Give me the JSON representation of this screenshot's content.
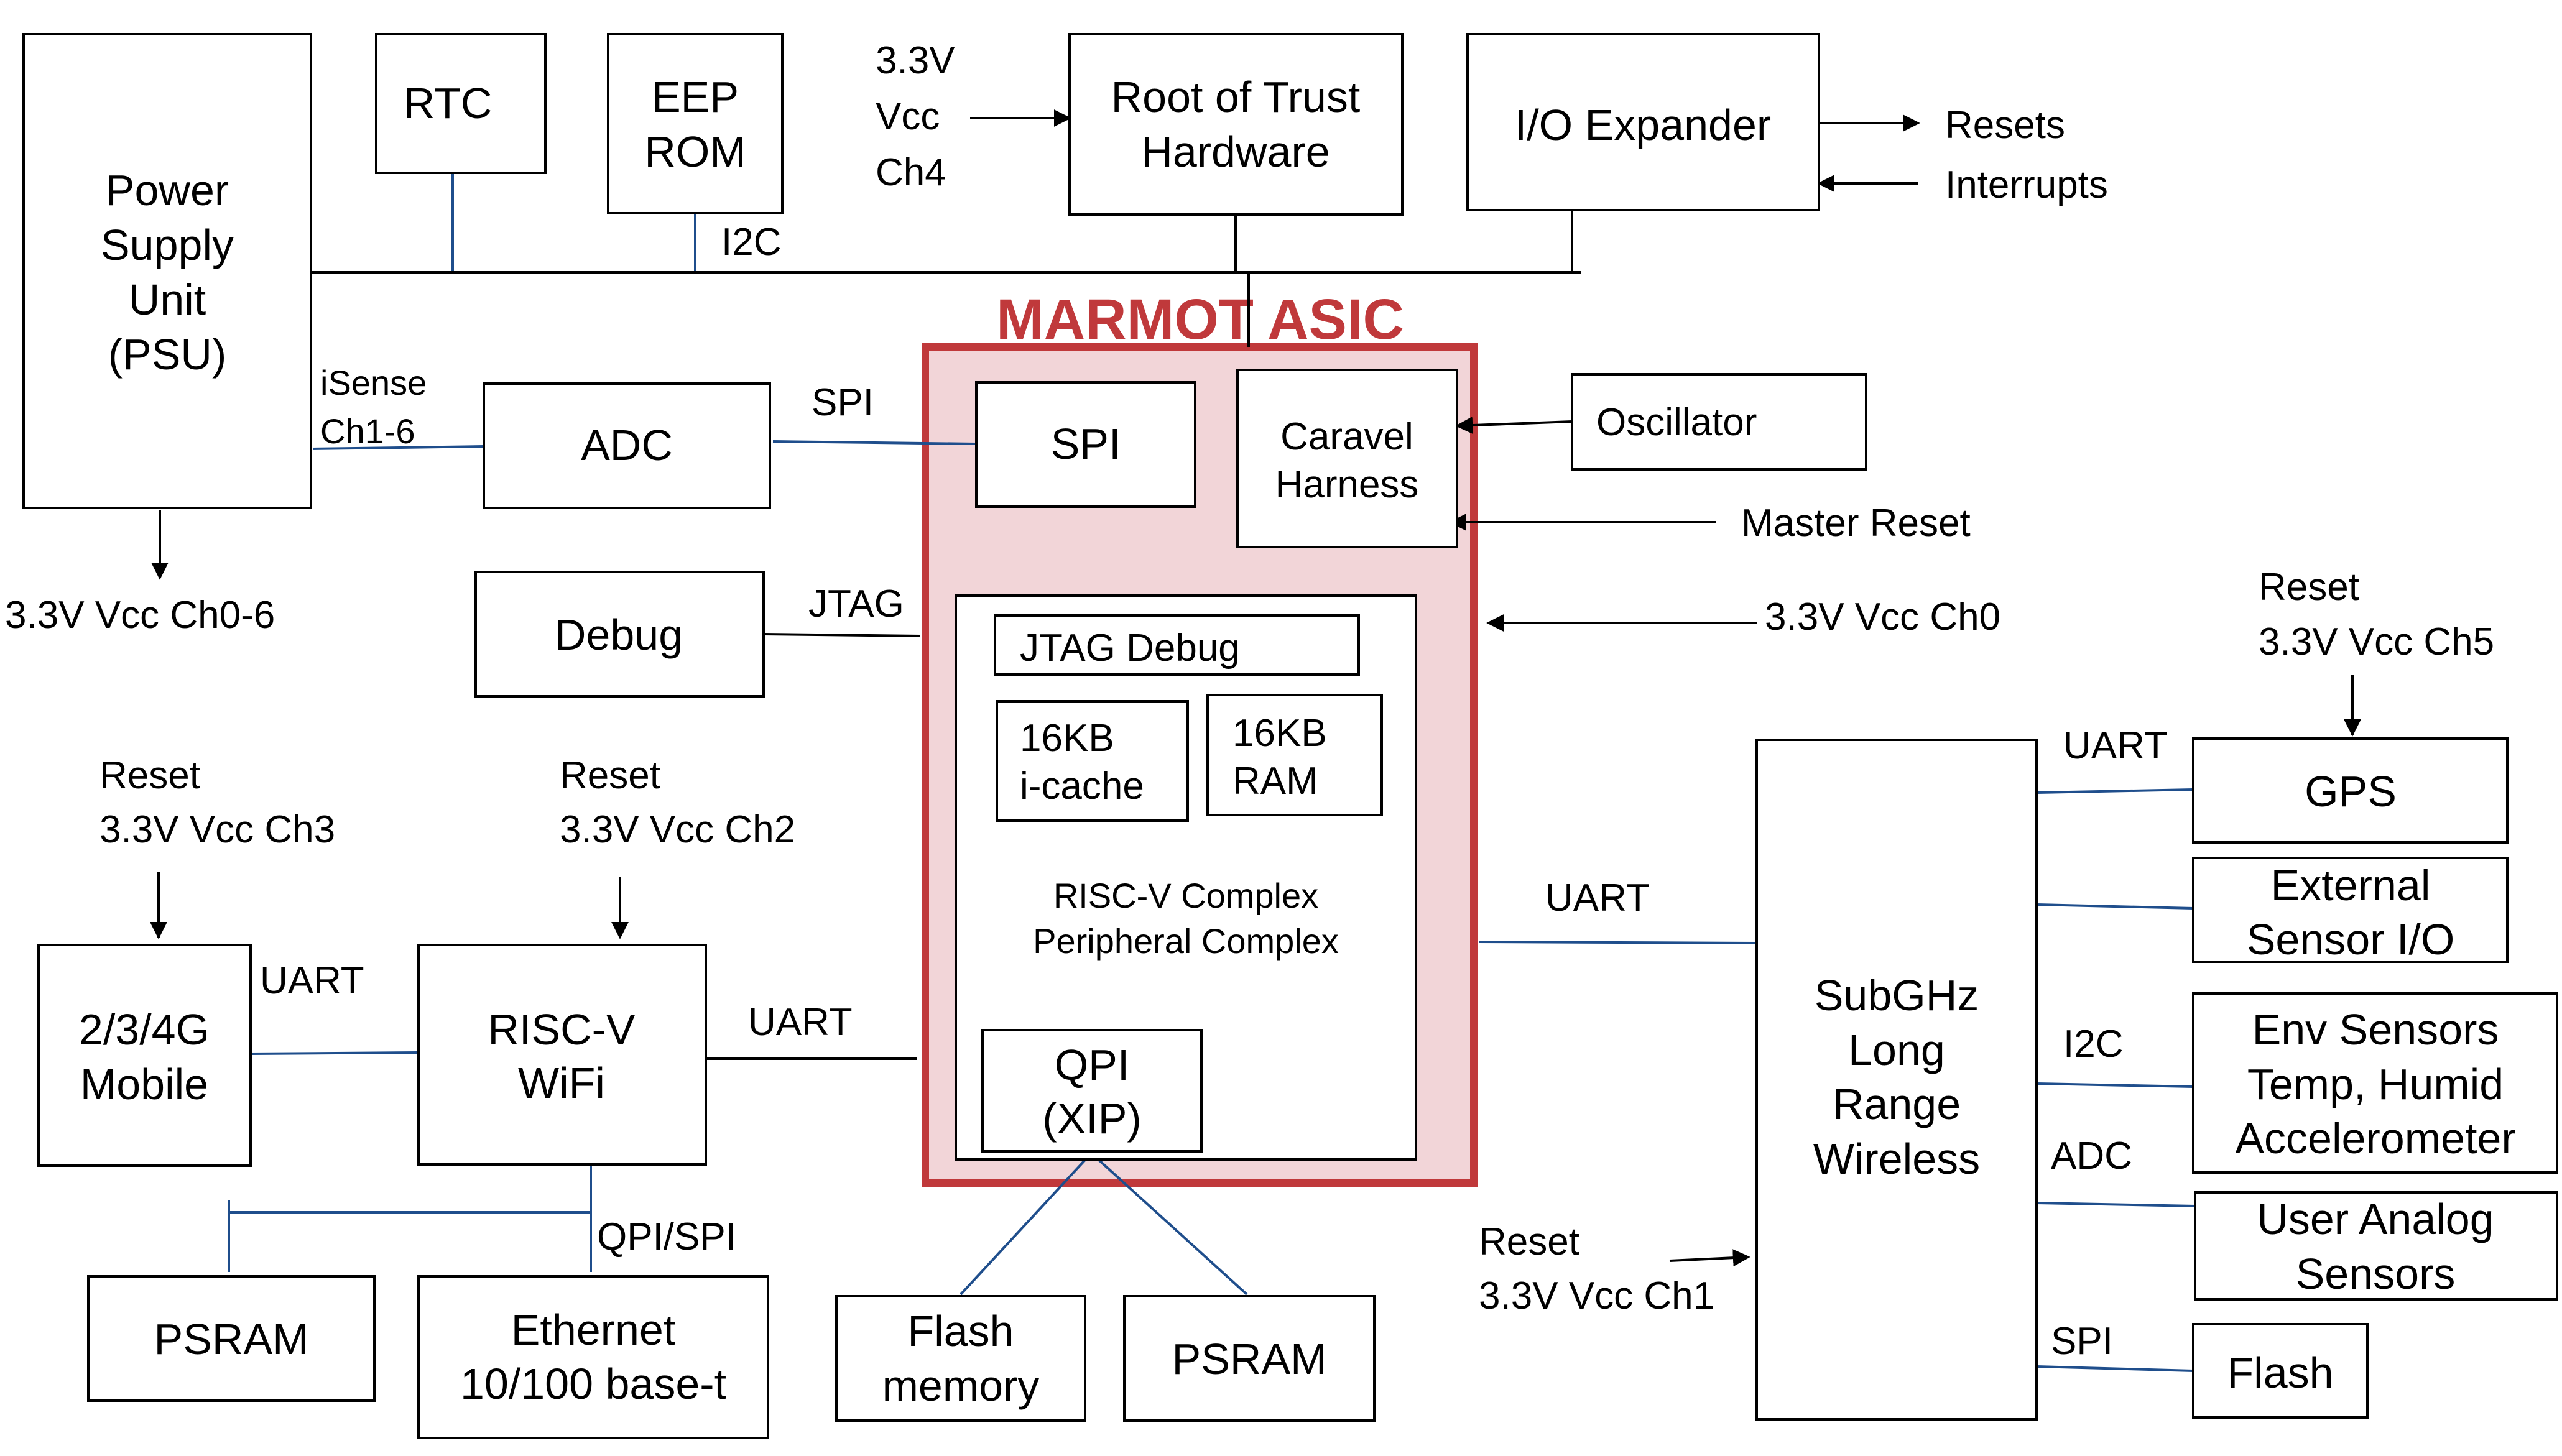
{
  "title": "MARMOT ASIC",
  "colors": {
    "asic_border": "#c0393b",
    "asic_fill": "#f2d5d8",
    "title": "#c0393b",
    "connector_blue": "#1f4e8c",
    "box_stroke": "#000000"
  },
  "blocks": {
    "psu": [
      "Power",
      "Supply",
      "Unit",
      "(PSU)"
    ],
    "rtc": "RTC",
    "eeprom": [
      "EEP",
      "ROM"
    ],
    "root_of_trust": [
      "Root of Trust",
      "Hardware"
    ],
    "io_expander": "I/O Expander",
    "adc": "ADC",
    "debug": "Debug",
    "oscillator": "Oscillator",
    "caravel": [
      "Caravel",
      "Harness"
    ],
    "asic_spi": "SPI",
    "jtag_debug": "JTAG Debug",
    "icache": [
      "16KB",
      "i-cache"
    ],
    "ram": [
      "16KB",
      "RAM"
    ],
    "complex": [
      "RISC-V Complex",
      "Peripheral Complex"
    ],
    "qpi": [
      "QPI",
      "(XIP)"
    ],
    "mobile": [
      "2/3/4G",
      "Mobile"
    ],
    "wifi": [
      "RISC-V",
      "WiFi"
    ],
    "psram_left": "PSRAM",
    "ethernet": [
      "Ethernet",
      "10/100 base-t"
    ],
    "flash_memory": [
      "Flash",
      "memory"
    ],
    "psram_mid": "PSRAM",
    "subghz": [
      "SubGHz",
      "Long",
      "Range",
      "Wireless"
    ],
    "gps": "GPS",
    "ext_sensor": [
      "External",
      "Sensor I/O"
    ],
    "env_sensors": [
      "Env Sensors",
      "Temp, Humid",
      "Accelerometer"
    ],
    "user_analog": [
      "User Analog",
      "Sensors"
    ],
    "flash_right": "Flash"
  },
  "labels": {
    "vcc_ch4": [
      "3.3V",
      "Vcc",
      "Ch4"
    ],
    "resets": "Resets",
    "interrupts": "Interrupts",
    "i2c_top": "I2C",
    "isense": [
      "iSense",
      "Ch1-6"
    ],
    "spi_adc": "SPI",
    "vcc_ch0_6": "3.3V Vcc Ch0-6",
    "jtag": "JTAG",
    "master_reset": "Master Reset",
    "vcc_ch0": "3.3V Vcc Ch0",
    "reset_ch5": [
      "Reset",
      "3.3V Vcc Ch5"
    ],
    "reset_ch3": [
      "Reset",
      "3.3V Vcc Ch3"
    ],
    "reset_ch2": [
      "Reset",
      "3.3V Vcc Ch2"
    ],
    "uart_mobile": "UART",
    "uart_wifi": "UART",
    "uart_asic": "UART",
    "uart_gps": "UART",
    "qpi_spi": "QPI/SPI",
    "i2c_right": "I2C",
    "adc_right": "ADC",
    "spi_right": "SPI",
    "reset_ch1": [
      "Reset",
      "3.3V Vcc Ch1"
    ]
  }
}
